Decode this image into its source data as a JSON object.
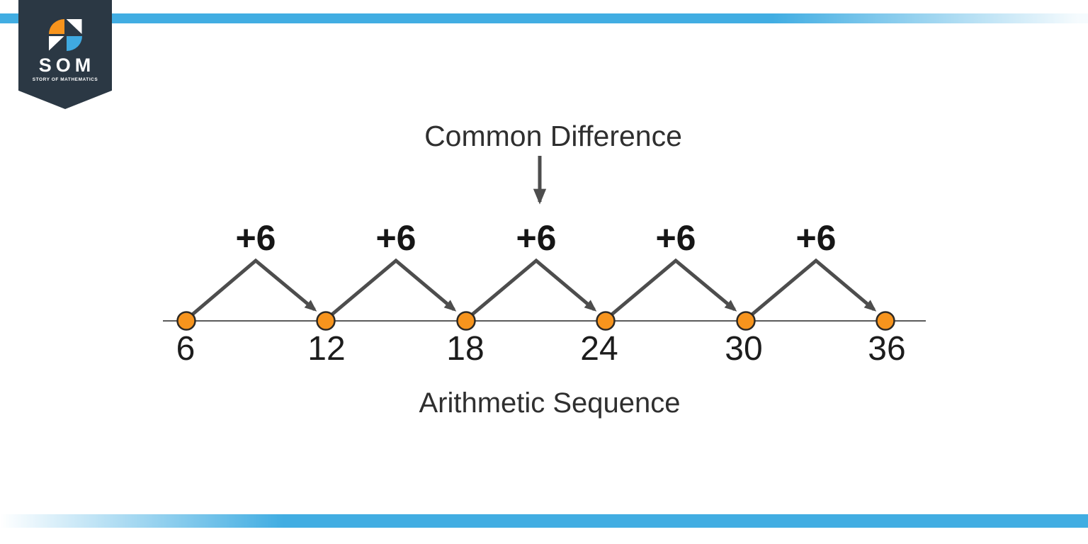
{
  "branding": {
    "name": "SOM",
    "tagline": "STORY OF MATHEMATICS",
    "badge_color": "#2b3844",
    "orange": "#f7941d",
    "blue": "#3fa9e0"
  },
  "stripes": {
    "color": "#41ade2"
  },
  "diagram": {
    "label": "Common Difference",
    "caption": "Arithmetic Sequence",
    "terms": [
      "6",
      "12",
      "18",
      "24",
      "30",
      "36"
    ],
    "increments": [
      "+6",
      "+6",
      "+6",
      "+6",
      "+6"
    ],
    "sequence_values": [
      6,
      12,
      18,
      24,
      30,
      36
    ],
    "common_difference": 6,
    "dot_color": "#f7941d",
    "arrow_color": "#4d4d4d",
    "line_color": "#5b5b5b"
  }
}
